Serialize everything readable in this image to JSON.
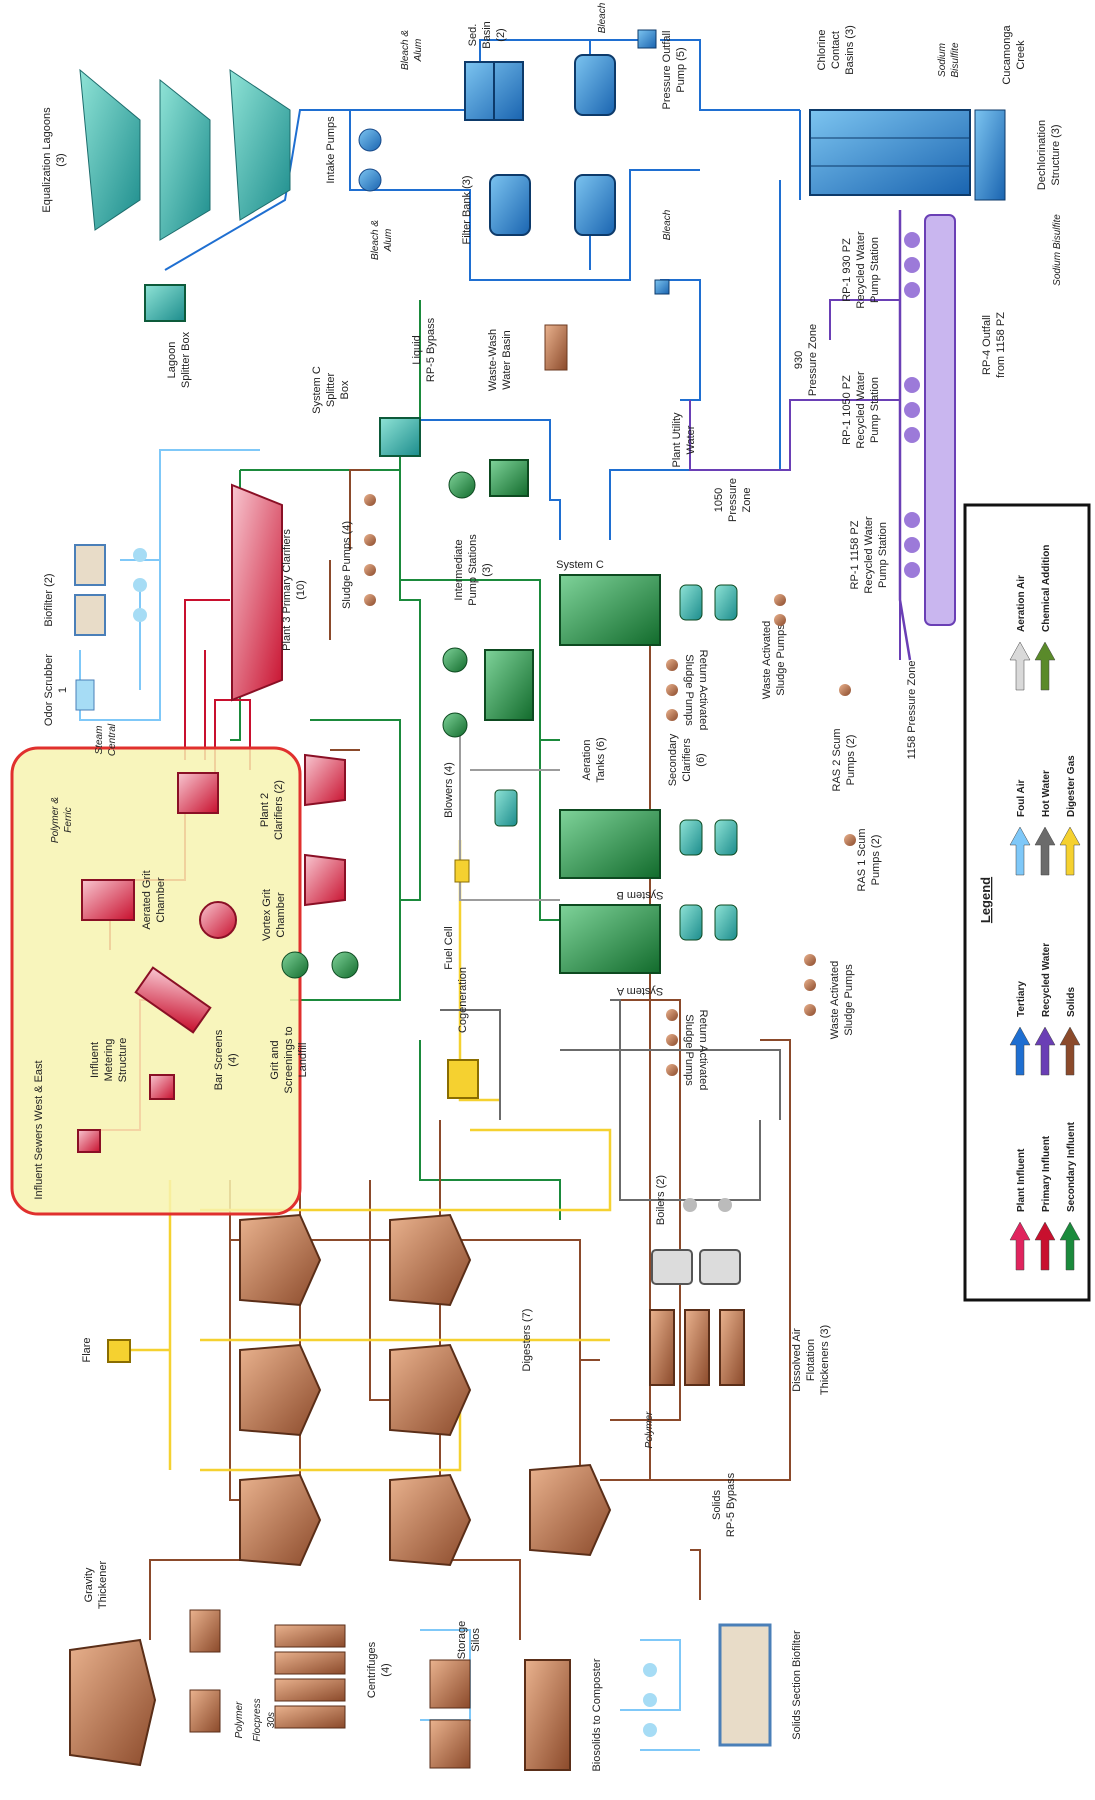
{
  "colors": {
    "influent": "#e0245e",
    "primary": "#c8102e",
    "secondary": "#1b8a3c",
    "tertiary": "#1f6fd1",
    "recycled": "#6a3fb5",
    "solids": "#8b4a2b",
    "foul_air": "#7fc8f8",
    "hot_water": "#6b6b6b",
    "digester_gas": "#f5d130",
    "aeration_air": "#d9d9d9",
    "chemical": "#5a8a2a",
    "highlight_fill": "#f7f3b0",
    "highlight_border": "#e0302e"
  },
  "labels": {
    "equalization_lagoons": "Equalization Lagoons",
    "equalization_lagoons_count": "(3)",
    "intake_pumps": "Intake Pumps",
    "bleach_alum_top": "Bleach &",
    "bleach_alum_top2": "Alum",
    "sed_basin": "Sed.",
    "sed_basin2": "Basin",
    "sed_basin_count": "(2)",
    "bleach_top": "Bleach",
    "pressure_outfall": "Pressure Outfall",
    "pressure_outfall2": "Pump (5)",
    "chlorine_contact": "Chlorine",
    "chlorine_contact2": "Contact",
    "chlorine_contact3": "Basins (3)",
    "sodium_bisulfite_top": "Sodium",
    "sodium_bisulfite_top2": "Bisulfite",
    "cucamonga_creek": "Cucamonga",
    "cucamonga_creek2": "Creek",
    "dechlorination": "Dechlorination",
    "dechlorination2": "Structure (3)",
    "sodium_bisulfite_bottom": "Sodium Bisulfite",
    "bleach_alum_mid": "Bleach &",
    "bleach_alum_mid2": "Alum",
    "filter_bank": "Filter Bank (3)",
    "bleach_mid": "Bleach",
    "lagoon_splitter": "Lagoon",
    "lagoon_splitter2": "Splitter Box",
    "liquid_rp5_bypass": "Liquid",
    "liquid_rp5_bypass2": "RP-5 Bypass",
    "waste_wash": "Waste-Wash",
    "waste_wash2": "Water Basin",
    "rp1_930": "RP-1 930 PZ",
    "rp1_930b": "Recycled Water",
    "rp1_930c": "Pump Station",
    "pz_930": "930",
    "pz_930b": "Pressure Zone",
    "system_c_splitter": "System C",
    "system_c_splitter2": "Splitter",
    "system_c_splitter3": "Box",
    "plant_utility": "Plant Utility",
    "plant_utility2": "Water",
    "rp1_1050": "RP-1 1050 PZ",
    "rp1_1050b": "Recycled Water",
    "rp1_1050c": "Pump Station",
    "rp4_outfall": "RP-4 Outfall",
    "rp4_outfall2": "from 1158 PZ",
    "pz_1050": "1050",
    "pz_1050b": "Pressure",
    "pz_1050c": "Zone",
    "biofilter": "Biofilter (2)",
    "primary_clarifiers": "Plant 3 Primary Clarifiers",
    "primary_clarifiers2": "(10)",
    "sludge_pumps": "Sludge Pumps (4)",
    "intermediate_pumps": "Intermediate",
    "intermediate_pumps2": "Pump Stations",
    "intermediate_pumps3": "(3)",
    "system_c": "System C",
    "rp1_1158": "RP-1 1158 PZ",
    "rp1_1158b": "Recycled Water",
    "rp1_1158c": "Pump Station",
    "ras_return_c": "Return Activated",
    "ras_return_c2": "Sludge Pumps",
    "was_c": "Waste Activated",
    "was_c2": "Sludge Pumps",
    "odor_scrubber": "Odor Scrubber",
    "odor_scrubber_count": "1",
    "steam_cent": "Steam",
    "steam_cent2": "Central",
    "plant2_clarifiers": "Plant 2",
    "plant2_clarifiers2": "Clarifiers (2)",
    "aeration_tanks": "Aeration",
    "aeration_tanks2": "Tanks (6)",
    "secondary_clarifiers": "Secondary",
    "secondary_clarifiers2": "Clarifiers",
    "secondary_clarifiers3": "(6)",
    "ras2_scum": "RAS 2 Scum",
    "ras2_scum2": "Pumps (2)",
    "pz_1158": "1158 Pressure Zone",
    "polymer_ferric": "Polymer &",
    "polymer_ferric2": "Ferric",
    "aerated_grit": "Aerated Grit",
    "aerated_grit2": "Chamber",
    "vortex_grit": "Vortex Grit",
    "vortex_grit2": "Chamber",
    "blowers": "Blowers (4)",
    "system_b": "System B",
    "ras1_scum": "RAS 1 Scum",
    "ras1_scum2": "Pumps (2)",
    "fuel_cell": "Fuel Cell",
    "cogeneration": "Cogeneration",
    "system_a": "System A",
    "influent_sewers": "Influent Sewers West & East",
    "influent_metering": "Influent",
    "influent_metering2": "Metering",
    "influent_metering3": "Structure",
    "bar_screens": "Bar Screens",
    "bar_screens2": "(4)",
    "grit_screenings": "Grit and",
    "grit_screenings2": "Screenings to",
    "grit_screenings3": "Landfill",
    "ras_return_ab": "Return Activated",
    "ras_return_ab2": "Sludge Pumps",
    "was_ab": "Waste Activated",
    "was_ab2": "Sludge Pumps",
    "boilers": "Boilers (2)",
    "flare": "Flare",
    "digesters": "Digesters (7)",
    "daf": "Dissolved Air",
    "daf2": "Flotation",
    "daf3": "Thickeners (3)",
    "polymer_daf": "Polymer",
    "solids_bypass": "Solids",
    "solids_bypass2": "RP-5 Bypass",
    "gravity_thickener": "Gravity",
    "gravity_thickener2": "Thickener",
    "centrifuges": "Centrifuges",
    "centrifuges2": "(4)",
    "storage_silos": "Storage",
    "storage_silos2": "Silos",
    "polymer_bottom": "Polymer",
    "flocpress": "Flocpress",
    "flocpress2": "30s",
    "biosolids": "Biosolids to Composter",
    "solids_biofilter": "Solids Section Biofilter"
  },
  "legend": {
    "title": "Legend",
    "items": [
      {
        "label": "Plant Influent",
        "color_key": "influent"
      },
      {
        "label": "Primary Influent",
        "color_key": "primary"
      },
      {
        "label": "Secondary Influent",
        "color_key": "secondary"
      },
      {
        "label": "Tertiary",
        "color_key": "tertiary"
      },
      {
        "label": "Recycled Water",
        "color_key": "recycled"
      },
      {
        "label": "Solids",
        "color_key": "solids"
      },
      {
        "label": "Foul Air",
        "color_key": "foul_air"
      },
      {
        "label": "Hot Water",
        "color_key": "hot_water"
      },
      {
        "label": "Digester Gas",
        "color_key": "digester_gas"
      },
      {
        "label": "Aeration Air",
        "color_key": "aeration_air"
      },
      {
        "label": "Chemical Addition",
        "color_key": "chemical"
      }
    ]
  }
}
